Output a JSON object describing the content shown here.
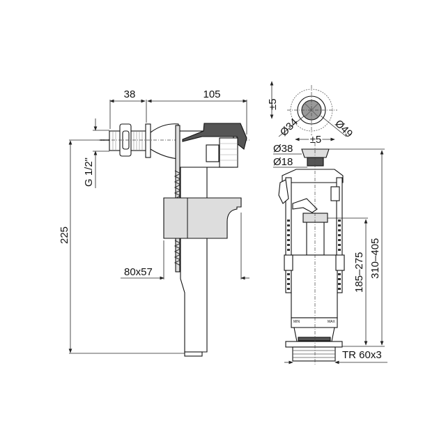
{
  "fill_valve": {
    "dim_inlet_length": "38",
    "dim_head_length": "105",
    "dim_thread": "G 1/2\"",
    "dim_height": "225",
    "dim_float": "80x57"
  },
  "flush_valve": {
    "dim_button_offset_vertical": "±5",
    "dim_button_offset_horizontal": "±5",
    "dim_diameter_34": "Ø34",
    "dim_diameter_49": "Ø49",
    "dim_diameter_38": "Ø38",
    "dim_diameter_18": "Ø18",
    "dim_overflow_height": "185–275",
    "dim_total_height": "310–405",
    "dim_thread": "TR 60x3",
    "scale_min": "MIN",
    "scale_max": "MAX"
  }
}
